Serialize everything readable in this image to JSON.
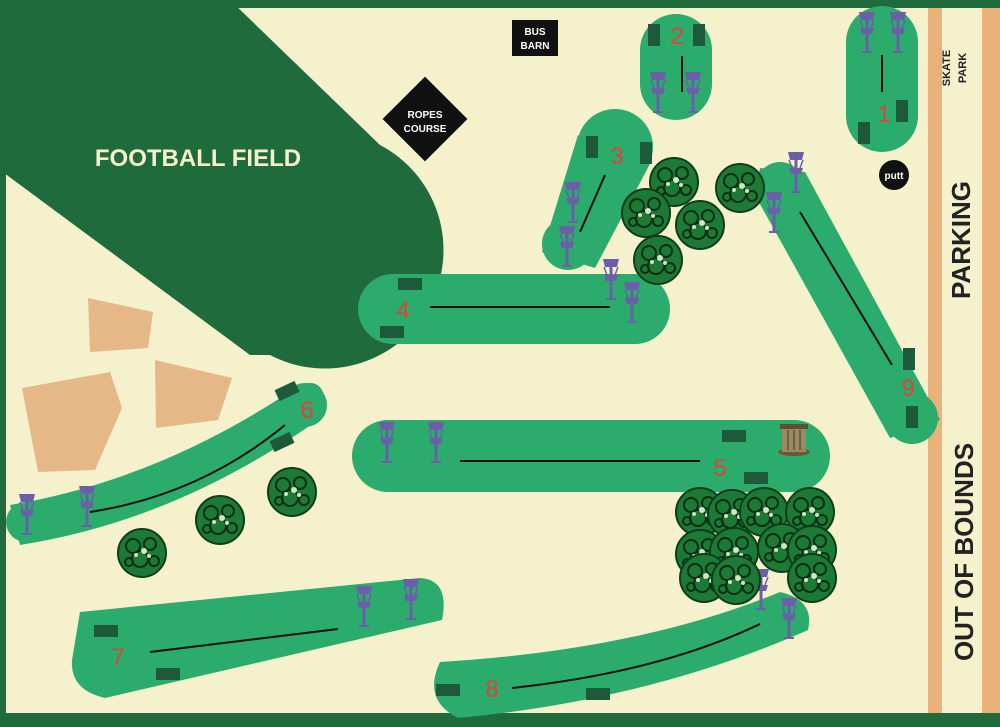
{
  "labels": {
    "football_field": "FOOTBALL FIELD",
    "bus_barn_line1": "BUS",
    "bus_barn_line2": "BARN",
    "ropes_line1": "ROPES",
    "ropes_line2": "COURSE",
    "skate_line1": "SKATE",
    "skate_line2": "PARK",
    "parking": "PARKING",
    "out_of_bounds": "OUT OF BOUNDS",
    "putt": "putt"
  },
  "holes": [
    {
      "number": "1"
    },
    {
      "number": "2"
    },
    {
      "number": "3"
    },
    {
      "number": "4"
    },
    {
      "number": "5"
    },
    {
      "number": "6"
    },
    {
      "number": "7"
    },
    {
      "number": "8"
    },
    {
      "number": "9"
    }
  ],
  "colors": {
    "background": "#f4f1cc",
    "dark_green": "#1f6b3c",
    "fairway": "#2bab6c",
    "tee_pad": "#1e5a3a",
    "basket": "#6a5fa8",
    "hole_number": "#e0413b",
    "sand": "#e6b887",
    "border_tan": "#e9b27a",
    "black": "#111111"
  }
}
